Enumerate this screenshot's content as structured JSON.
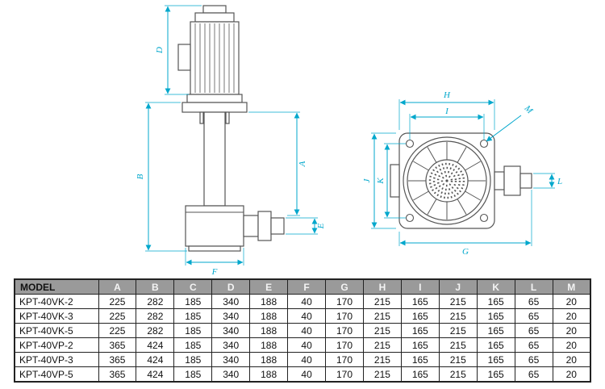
{
  "drawings": {
    "side_view": {
      "labels": {
        "D": "D",
        "B": "B",
        "A": "A",
        "E": "E",
        "F": "F"
      }
    },
    "top_view": {
      "labels": {
        "H": "H",
        "I": "I",
        "M": "M",
        "J": "J",
        "K": "K",
        "G": "G",
        "L": "L"
      }
    }
  },
  "table": {
    "header": [
      "MODEL",
      "A",
      "B",
      "C",
      "D",
      "E",
      "F",
      "G",
      "H",
      "I",
      "J",
      "K",
      "L",
      "M"
    ],
    "rows": [
      {
        "model": "KPT-40VK-2",
        "values": [
          "225",
          "282",
          "185",
          "340",
          "188",
          "40",
          "170",
          "215",
          "165",
          "215",
          "165",
          "65",
          "20"
        ]
      },
      {
        "model": "KPT-40VK-3",
        "values": [
          "225",
          "282",
          "185",
          "340",
          "188",
          "40",
          "170",
          "215",
          "165",
          "215",
          "165",
          "65",
          "20"
        ]
      },
      {
        "model": "KPT-40VK-5",
        "values": [
          "225",
          "282",
          "185",
          "340",
          "188",
          "40",
          "170",
          "215",
          "165",
          "215",
          "165",
          "65",
          "20"
        ]
      },
      {
        "model": "KPT-40VP-2",
        "values": [
          "365",
          "424",
          "185",
          "340",
          "188",
          "40",
          "170",
          "215",
          "165",
          "215",
          "165",
          "65",
          "20"
        ]
      },
      {
        "model": "KPT-40VP-3",
        "values": [
          "365",
          "424",
          "185",
          "340",
          "188",
          "40",
          "170",
          "215",
          "165",
          "215",
          "165",
          "65",
          "20"
        ]
      },
      {
        "model": "KPT-40VP-5",
        "values": [
          "365",
          "424",
          "185",
          "340",
          "188",
          "40",
          "170",
          "215",
          "165",
          "215",
          "165",
          "65",
          "20"
        ]
      }
    ]
  },
  "colors": {
    "dimension": "#00a7cc",
    "drawing_line": "#555555",
    "table_header_bg": "#9a9a9a",
    "table_header_text": "#ffffff",
    "table_border": "#222222"
  }
}
